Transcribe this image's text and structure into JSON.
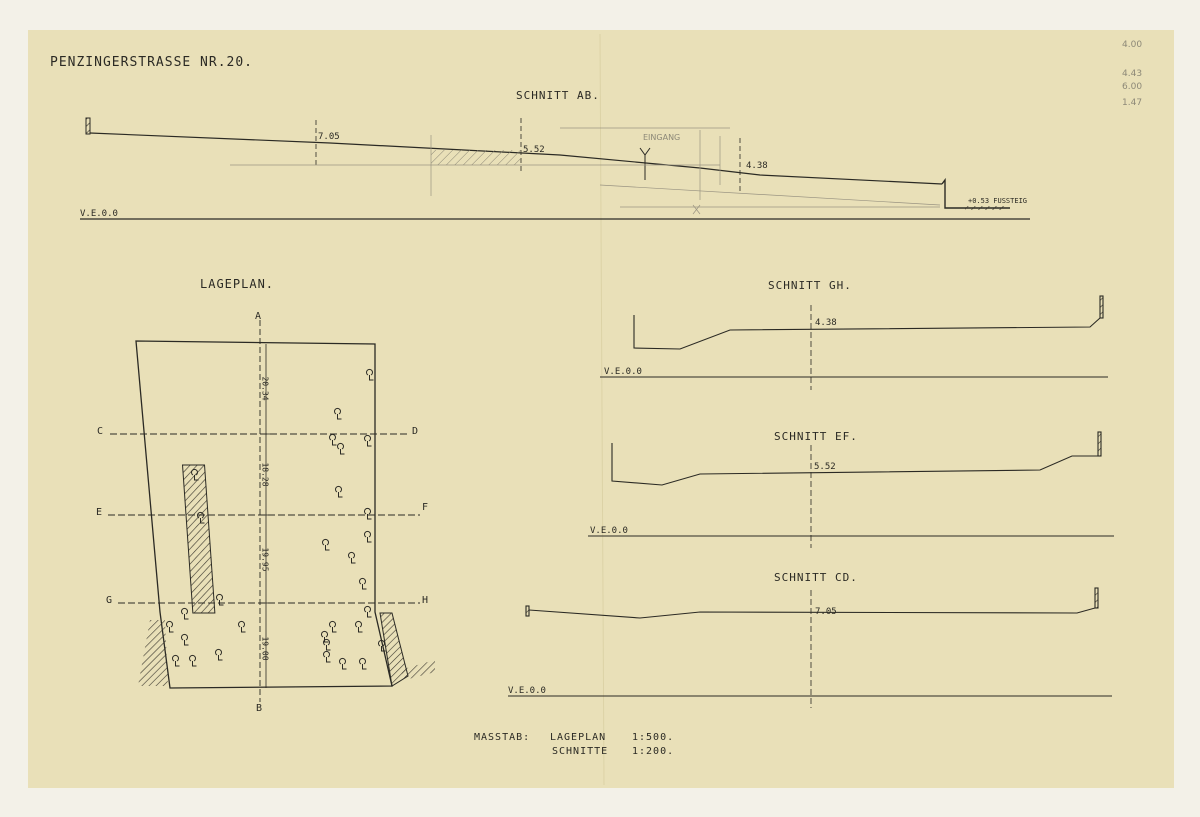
{
  "drawing": {
    "title": "PENZINGERSTRASSE NR.20.",
    "corner_notes": [
      "4.00",
      "4.43",
      "6.00",
      "1.47"
    ],
    "section_ab": {
      "title": "SCHNITT AB.",
      "datum": "V.E.0.0",
      "heights": [
        "7.05",
        "5.52",
        "4.38"
      ],
      "entrance": "EINGANG",
      "sidewalk": "+0.53 FUSSTEIG"
    },
    "site_plan": {
      "title": "LAGEPLAN.",
      "markers": [
        "A",
        "B",
        "C",
        "D",
        "E",
        "F",
        "G",
        "H"
      ],
      "dimensions": [
        "20.34",
        "18.28",
        "19.95",
        "19.00"
      ]
    },
    "section_gh": {
      "title": "SCHNITT GH.",
      "datum": "V.E.0.0",
      "height": "4.38"
    },
    "section_ef": {
      "title": "SCHNITT EF.",
      "datum": "V.E.0.0",
      "height": "5.52"
    },
    "section_cd": {
      "title": "SCHNITT CD.",
      "datum": "V.E.0.0",
      "height": "7.05"
    },
    "scale": {
      "label": "MASSTAB:",
      "plan_label": "LAGEPLAN",
      "plan_value": "1:500.",
      "sections_label": "SCHNITTE",
      "sections_value": "1:200."
    },
    "colors": {
      "paper": "#e9e0b8",
      "ink": "#2b2a24",
      "pencil": "#9a9482"
    }
  }
}
